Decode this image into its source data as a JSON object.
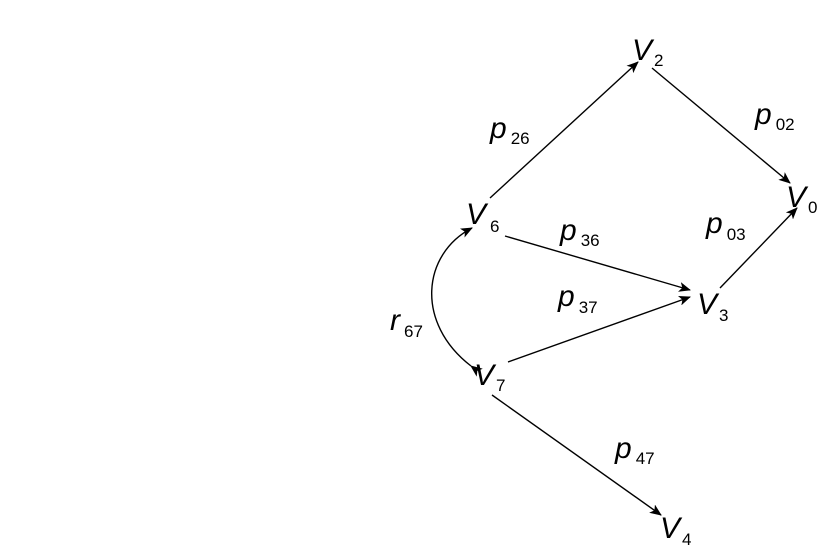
{
  "colors": {
    "ink": "#000000",
    "background": "#ffffff"
  },
  "nodes": [
    {
      "id": "V2",
      "letter": "V",
      "index": "2"
    },
    {
      "id": "V0",
      "letter": "V",
      "index": "0"
    },
    {
      "id": "V6",
      "letter": "V",
      "index": "6"
    },
    {
      "id": "V3",
      "letter": "V",
      "index": "3"
    },
    {
      "id": "V7",
      "letter": "V",
      "index": "7"
    },
    {
      "id": "V4",
      "letter": "V",
      "index": "4"
    }
  ],
  "edges": [
    {
      "id": "e26",
      "from": "V6",
      "to": "V2",
      "letter": "p",
      "index": "26"
    },
    {
      "id": "e02",
      "from": "V2",
      "to": "V0",
      "letter": "p",
      "index": "02"
    },
    {
      "id": "e36",
      "from": "V6",
      "to": "V3",
      "letter": "p",
      "index": "36"
    },
    {
      "id": "e03",
      "from": "V3",
      "to": "V0",
      "letter": "p",
      "index": "03"
    },
    {
      "id": "e37",
      "from": "V7",
      "to": "V3",
      "letter": "p",
      "index": "37"
    },
    {
      "id": "e47",
      "from": "V7",
      "to": "V4",
      "letter": "p",
      "index": "47"
    },
    {
      "id": "r67",
      "from": "V6",
      "to": "V7",
      "letter": "r",
      "index": "67",
      "bidirectional": true
    }
  ]
}
